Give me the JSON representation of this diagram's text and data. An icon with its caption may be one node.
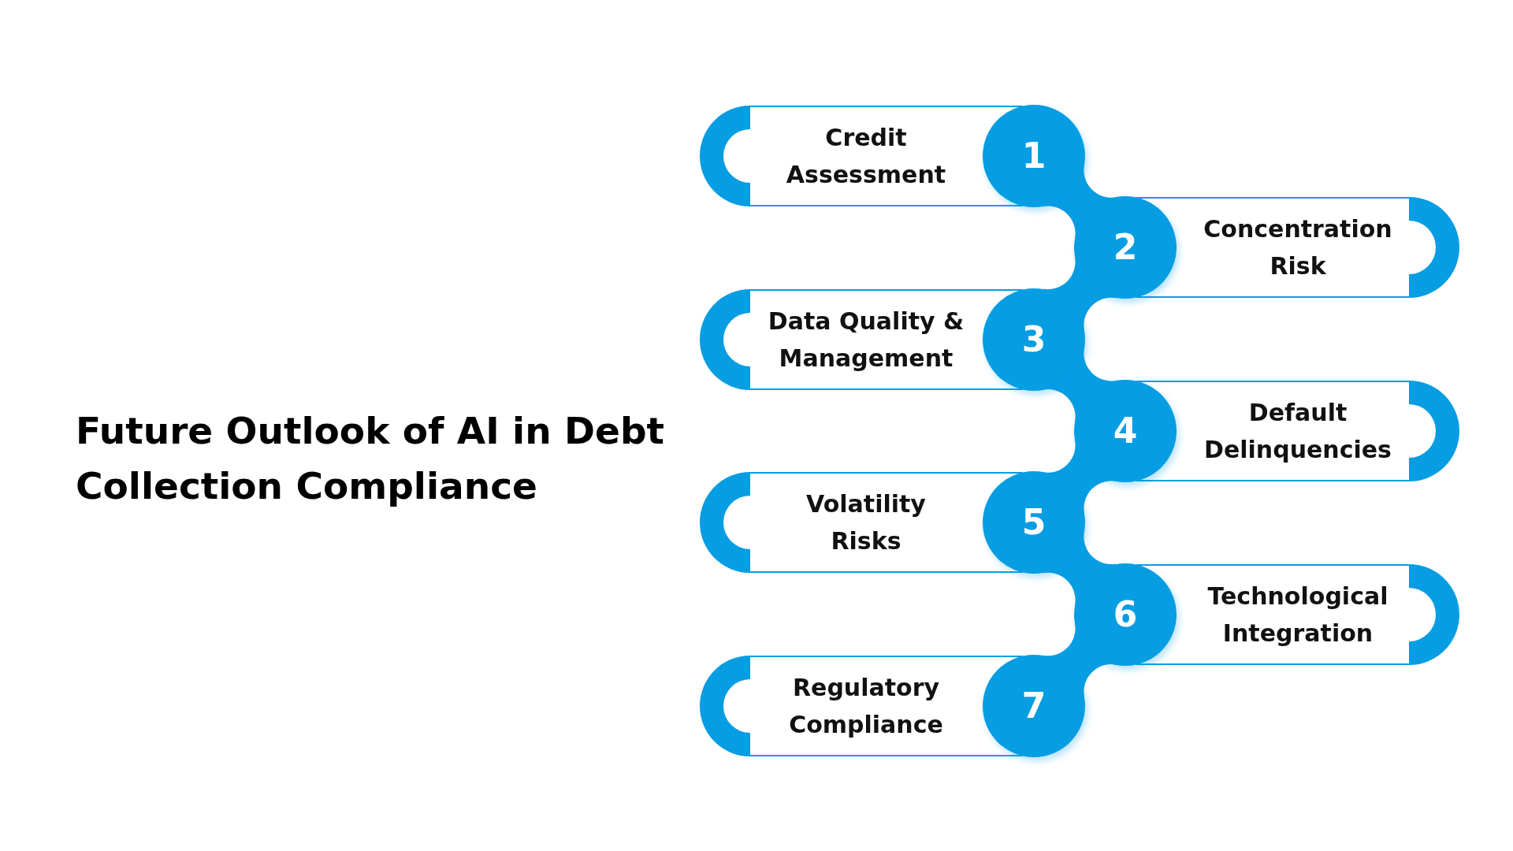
{
  "diagram": {
    "title": "Future Outlook of AI in Debt Collection Compliance",
    "nodes": [
      {
        "text": [
          "Credit Assessment"
        ]
      },
      {
        "text": [
          "1"
        ]
      },
      {
        "text": [
          "2"
        ]
      },
      {
        "text": [
          "Concentration Risk"
        ]
      },
      {
        "text": [
          "Data Quality & Management"
        ]
      },
      {
        "text": [
          "3"
        ]
      },
      {
        "text": [
          "4"
        ]
      },
      {
        "text": [
          "Default Delinquencies"
        ]
      },
      {
        "text": [
          "Volatility Risks"
        ]
      },
      {
        "text": [
          "5"
        ]
      },
      {
        "text": [
          "6"
        ]
      },
      {
        "text": [
          "Technological Integration"
        ]
      },
      {
        "text": [
          "Regulatory Compliance"
        ]
      },
      {
        "text": [
          "7"
        ]
      }
    ],
    "edges": [
      {
        "from": 1,
        "to": 2,
        "arrow": "none",
        "style": "thick"
      },
      {
        "from": 2,
        "to": 5,
        "arrow": "none",
        "style": "thick"
      },
      {
        "from": 5,
        "to": 6,
        "arrow": "none",
        "style": "thick"
      },
      {
        "from": 6,
        "to": 9,
        "arrow": "none",
        "style": "thick"
      },
      {
        "from": 9,
        "to": 10,
        "arrow": "none",
        "style": "thick"
      },
      {
        "from": 10,
        "to": 13,
        "arrow": "none",
        "style": "thick"
      }
    ]
  }
}
